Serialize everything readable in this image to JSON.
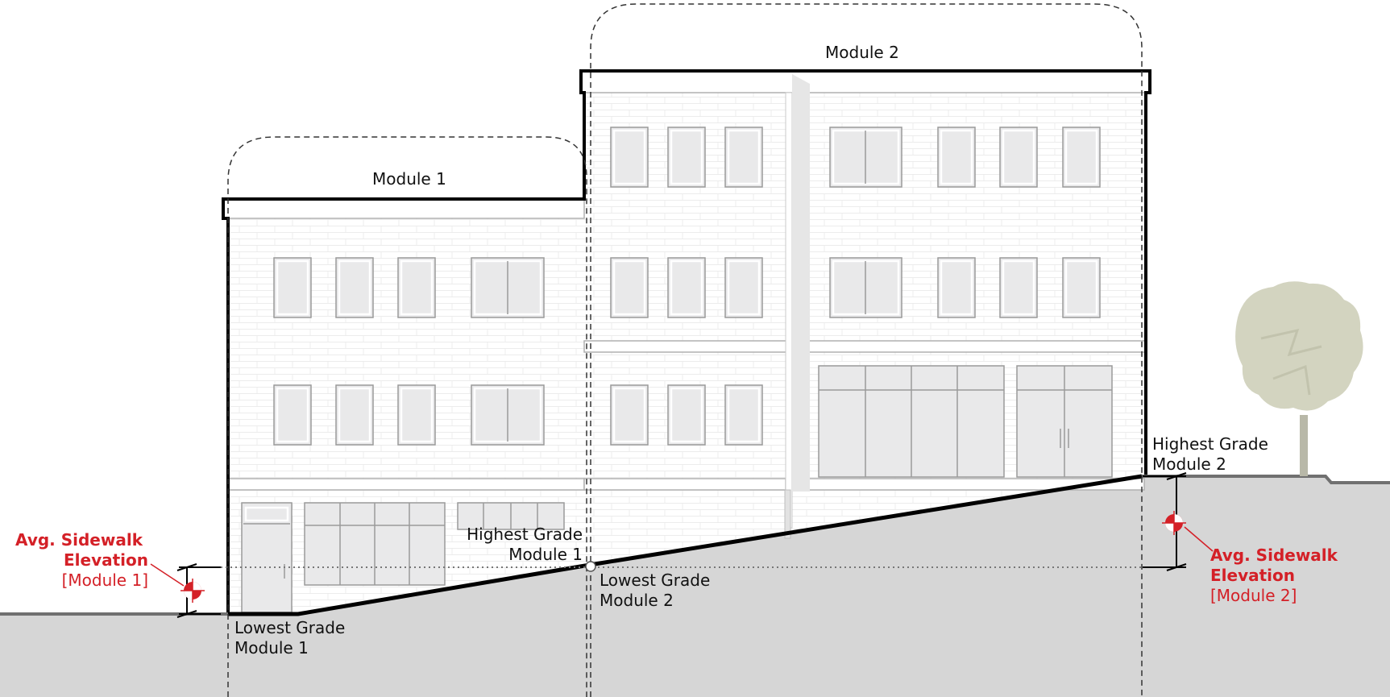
{
  "modules": [
    {
      "id": "module-1",
      "label": "Module 1"
    },
    {
      "id": "module-2",
      "label": "Module 2"
    }
  ],
  "grades": {
    "lowest_1": {
      "line1": "Lowest Grade",
      "line2": "Module 1"
    },
    "highest_1": {
      "line1": "Highest Grade",
      "line2": "Module 1"
    },
    "lowest_2": {
      "line1": "Lowest Grade",
      "line2": "Module 2"
    },
    "highest_2": {
      "line1": "Highest Grade",
      "line2": "Module 2"
    }
  },
  "sidewalk": {
    "module_1": {
      "line1": "Avg. Sidewalk",
      "line2": "Elevation",
      "line3": "[Module 1]"
    },
    "module_2": {
      "line1": "Avg. Sidewalk",
      "line2": "Elevation",
      "line3": "[Module 2]"
    }
  },
  "colors": {
    "accent_red": "#d42027",
    "ground": "#d6d6d6",
    "building_outline": "#000000",
    "tree": "#d3d4c0",
    "trunk": "#b8b8a8"
  },
  "icons": {
    "datum_marker": "elevation-datum-icon",
    "tree": "tree-icon"
  }
}
